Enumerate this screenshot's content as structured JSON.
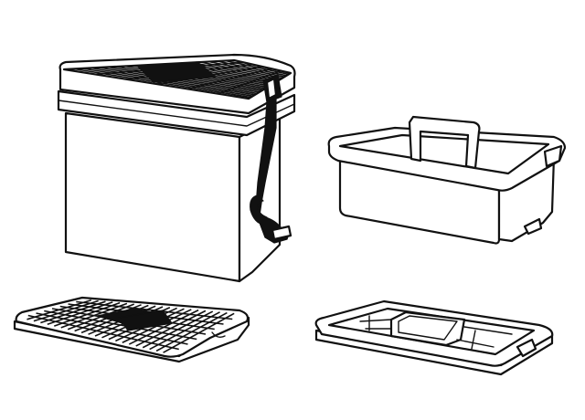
{
  "figure": {
    "parts": [
      {
        "id": "seat-box-assembled",
        "icon": "seat-box-icon"
      },
      {
        "id": "carry-tray-with-handle",
        "icon": "tray-icon"
      },
      {
        "id": "grid-lid",
        "icon": "lid-icon"
      },
      {
        "id": "compartment-insert-tray",
        "icon": "insert-tray-icon"
      }
    ],
    "colors": {
      "line": "#111111",
      "fill": "#ffffff",
      "strap": "#111111"
    }
  }
}
